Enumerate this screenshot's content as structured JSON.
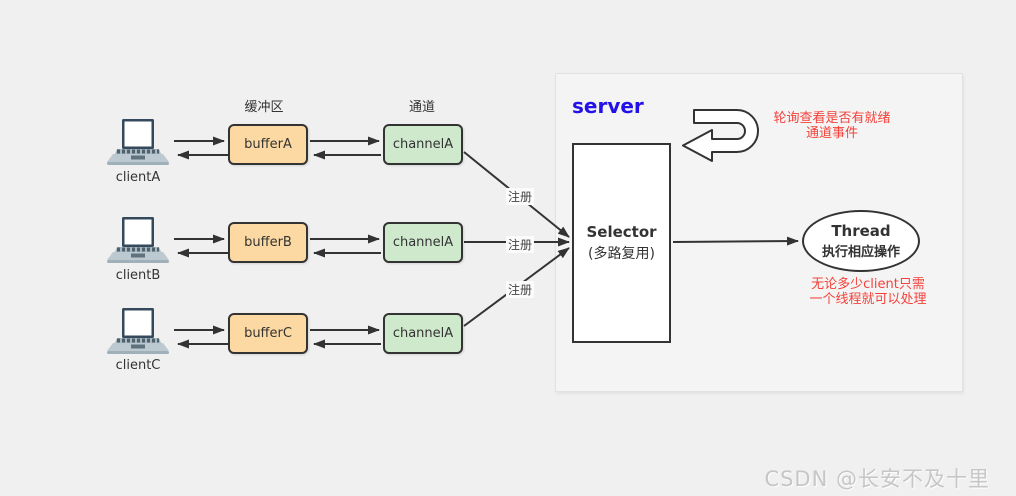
{
  "labels": {
    "buffer_area": "缓冲区",
    "channel_col": "通道",
    "register": "注册"
  },
  "clients": [
    {
      "name": "clientA",
      "buffer": "bufferA",
      "channel": "channelA"
    },
    {
      "name": "clientB",
      "buffer": "bufferB",
      "channel": "channelA"
    },
    {
      "name": "clientC",
      "buffer": "bufferC",
      "channel": "channelA"
    }
  ],
  "server": {
    "title": "server",
    "selector": {
      "title": "Selector",
      "subtitle": "(多路复用)"
    },
    "thread": {
      "title": "Thread",
      "subtitle": "执行相应操作"
    },
    "poll_note_line1": "轮询查看是否有就绪",
    "poll_note_line2": "通道事件",
    "thread_note_line1": "无论多少client只需",
    "thread_note_line2": "一个线程就可以处理"
  },
  "watermark": "CSDN @长安不及十里",
  "colors": {
    "page_bg": "#f0f0f0",
    "panel_bg": "#f4f4f4",
    "buffer_fill": "#fcd9a2",
    "channel_fill": "#cfe9cd",
    "stroke": "#333333",
    "server_blue": "#2211e8",
    "note_red": "#f5413a",
    "watermark_gray": "#c6c6c6"
  }
}
